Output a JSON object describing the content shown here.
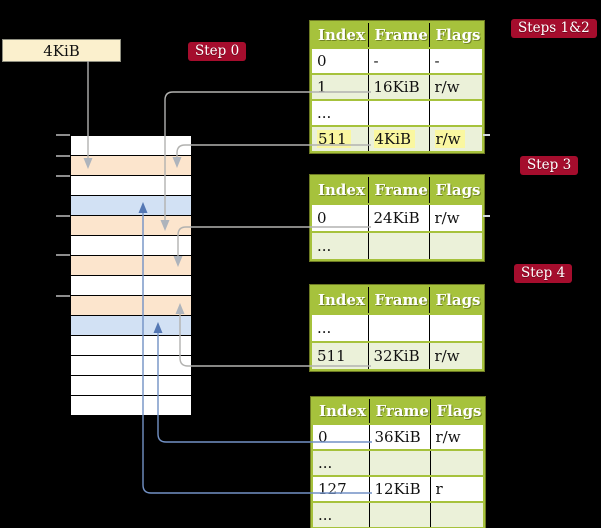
{
  "box": {
    "label": "4KiB"
  },
  "badges": {
    "step0": "Step 0",
    "steps12": "Steps 1&2",
    "step3": "Step 3",
    "step4": "Step 4"
  },
  "colors": {
    "badge_bg": "#a50d2d",
    "table_header_bg": "#a6c23c",
    "table_shaded_row": "#ebf1d9",
    "highlight_yellow": "#faf7a0",
    "frame_pagetable": "#fce5cd",
    "frame_data": "#d2e1f4",
    "frame_free": "#ffffff",
    "pointer_box_bg": "#fbf0cd",
    "wire_gray": "#b2b2b0",
    "wire_blue": "#7291c5"
  },
  "memory": {
    "rows": [
      "free",
      "table",
      "free",
      "data",
      "table",
      "free",
      "table",
      "free",
      "table",
      "data",
      "free",
      "free",
      "free",
      "free"
    ]
  },
  "tables": [
    {
      "name": "page-table-steps-1-2",
      "headers": [
        "Index",
        "Frame",
        "Flags"
      ],
      "rows": [
        {
          "cells": [
            "0",
            "-",
            "-"
          ],
          "shaded": false,
          "highlighted": false
        },
        {
          "cells": [
            "1",
            "16KiB",
            "r/w"
          ],
          "shaded": true,
          "highlighted": false
        },
        {
          "cells": [
            "...",
            "",
            ""
          ],
          "shaded": false,
          "highlighted": false
        },
        {
          "cells": [
            "511",
            "4KiB",
            "r/w"
          ],
          "shaded": true,
          "highlighted": true
        }
      ]
    },
    {
      "name": "page-table-step-3",
      "headers": [
        "Index",
        "Frame",
        "Flags"
      ],
      "rows": [
        {
          "cells": [
            "0",
            "24KiB",
            "r/w"
          ],
          "shaded": false,
          "highlighted": false
        },
        {
          "cells": [
            "...",
            "",
            ""
          ],
          "shaded": true,
          "highlighted": false
        }
      ]
    },
    {
      "name": "page-table-step-4a",
      "headers": [
        "Index",
        "Frame",
        "Flags"
      ],
      "rows": [
        {
          "cells": [
            "...",
            "",
            ""
          ],
          "shaded": false,
          "highlighted": false
        },
        {
          "cells": [
            "511",
            "32KiB",
            "r/w"
          ],
          "shaded": true,
          "highlighted": false
        }
      ]
    },
    {
      "name": "page-table-step-4b",
      "headers": [
        "Index",
        "Frame",
        "Flags"
      ],
      "rows": [
        {
          "cells": [
            "0",
            "36KiB",
            "r/w"
          ],
          "shaded": false,
          "highlighted": false
        },
        {
          "cells": [
            "...",
            "",
            ""
          ],
          "shaded": true,
          "highlighted": false
        },
        {
          "cells": [
            "127",
            "12KiB",
            "r"
          ],
          "shaded": false,
          "highlighted": false
        },
        {
          "cells": [
            "...",
            "",
            ""
          ],
          "shaded": true,
          "highlighted": false
        }
      ]
    }
  ]
}
